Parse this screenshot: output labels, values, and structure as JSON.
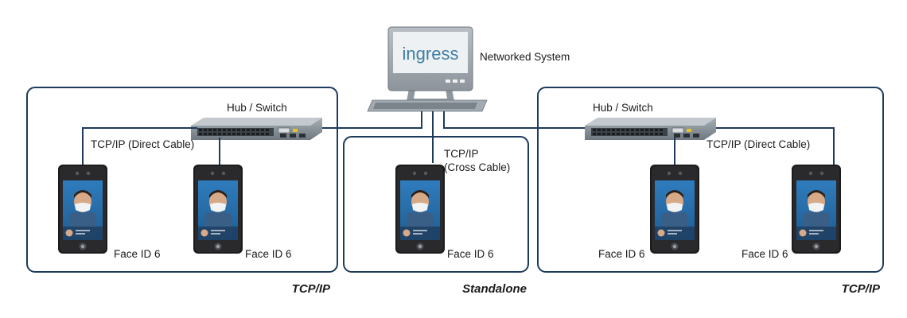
{
  "computer": {
    "brand_text": "ingress",
    "label": "Networked System"
  },
  "groups": [
    {
      "switch_label": "Hub / Switch",
      "cable_label": "TCP/IP (Direct Cable)",
      "mode_label": "TCP/IP",
      "devices": [
        {
          "label": "Face ID 6"
        },
        {
          "label": "Face ID 6"
        }
      ]
    },
    {
      "cable_label_line1": "TCP/IP",
      "cable_label_line2": "(Cross Cable)",
      "mode_label": "Standalone",
      "devices": [
        {
          "label": "Face ID 6"
        }
      ]
    },
    {
      "switch_label": "Hub / Switch",
      "cable_label": "TCP/IP (Direct Cable)",
      "mode_label": "TCP/IP",
      "devices": [
        {
          "label": "Face ID 6"
        },
        {
          "label": "Face ID 6"
        }
      ]
    }
  ],
  "device_screen_title": "Face ID 6",
  "colors": {
    "line": "#1e3a5c",
    "brand": "#3f7ea3",
    "screen": "#2c6fa8",
    "switch": "#8a939b"
  }
}
